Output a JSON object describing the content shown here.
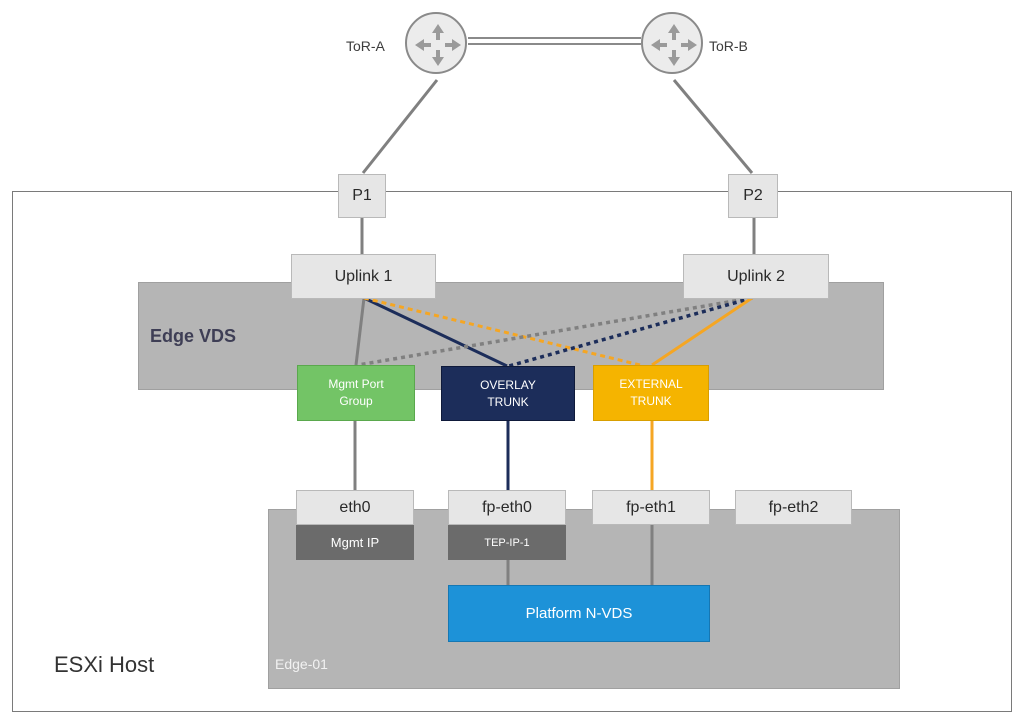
{
  "routers": [
    {
      "label": "ToR-A",
      "icon": "router-icon"
    },
    {
      "label": "ToR-B",
      "icon": "router-icon"
    }
  ],
  "host_label": "ESXi Host",
  "ports": {
    "p1": "P1",
    "p2": "P2"
  },
  "uplinks": {
    "u1": "Uplink 1",
    "u2": "Uplink 2"
  },
  "vds_label": "Edge VDS",
  "port_groups": {
    "mgmt": {
      "line1": "Mgmt Port",
      "line2": "Group"
    },
    "overlay": {
      "line1": "OVERLAY",
      "line2": "TRUNK"
    },
    "external": {
      "line1": "EXTERNAL",
      "line2": "TRUNK"
    }
  },
  "edge_label": "Edge-01",
  "interfaces": {
    "eth0": "eth0",
    "fp_eth0": "fp-eth0",
    "fp_eth1": "fp-eth1",
    "fp_eth2": "fp-eth2"
  },
  "ips": {
    "mgmt": "Mgmt IP",
    "tep": "TEP-IP-1"
  },
  "nvds_label": "Platform N-VDS",
  "colors": {
    "mgmt": "#73c466",
    "overlay": "#1c2d5a",
    "external": "#f5b400",
    "nvds": "#1d92d8",
    "grey_line": "#808080"
  }
}
